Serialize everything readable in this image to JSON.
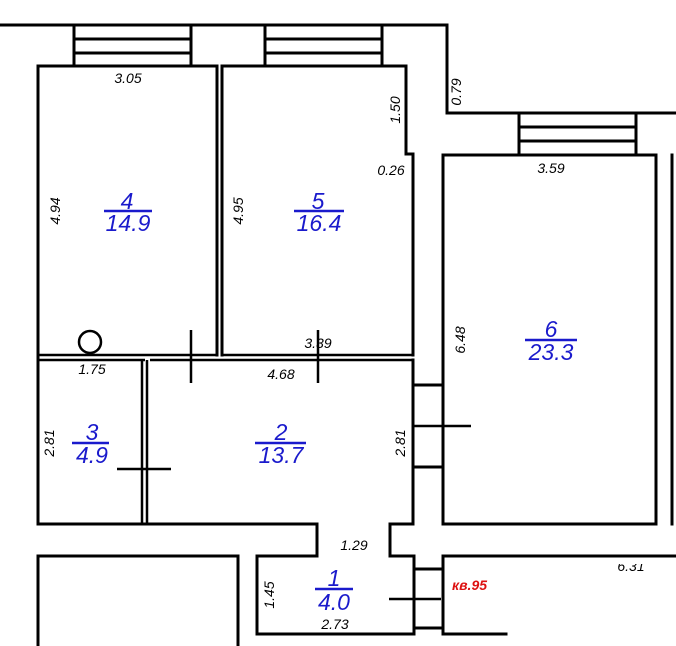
{
  "plan": {
    "colors": {
      "walls": "#000000",
      "room_labels": "#1a1acc",
      "apartment_label": "#dd1111",
      "dimensions": "#000000"
    },
    "apartment_label": "кв.95",
    "rooms": [
      {
        "number": "1",
        "area": "4.0"
      },
      {
        "number": "2",
        "area": "13.7"
      },
      {
        "number": "3",
        "area": "4.9"
      },
      {
        "number": "4",
        "area": "14.9"
      },
      {
        "number": "5",
        "area": "16.4"
      },
      {
        "number": "6",
        "area": "23.3"
      }
    ],
    "dimensions": {
      "room4_width": "3.05",
      "room4_height": "4.94",
      "room5_height": "4.95",
      "room5_offset_height": "1.50",
      "room5_offset_width": "0.26",
      "room5_bottom_width": "3.39",
      "corridor_top": "0.79",
      "room6_width": "3.59",
      "room6_height": "6.48",
      "room3_width": "1.75",
      "room3_height": "2.81",
      "room2_width": "4.68",
      "room2_height": "2.81",
      "room1_width_top": "1.29",
      "room1_height": "1.45",
      "room1_width_bottom": "2.73",
      "adjacent_partial": "6.31"
    }
  }
}
